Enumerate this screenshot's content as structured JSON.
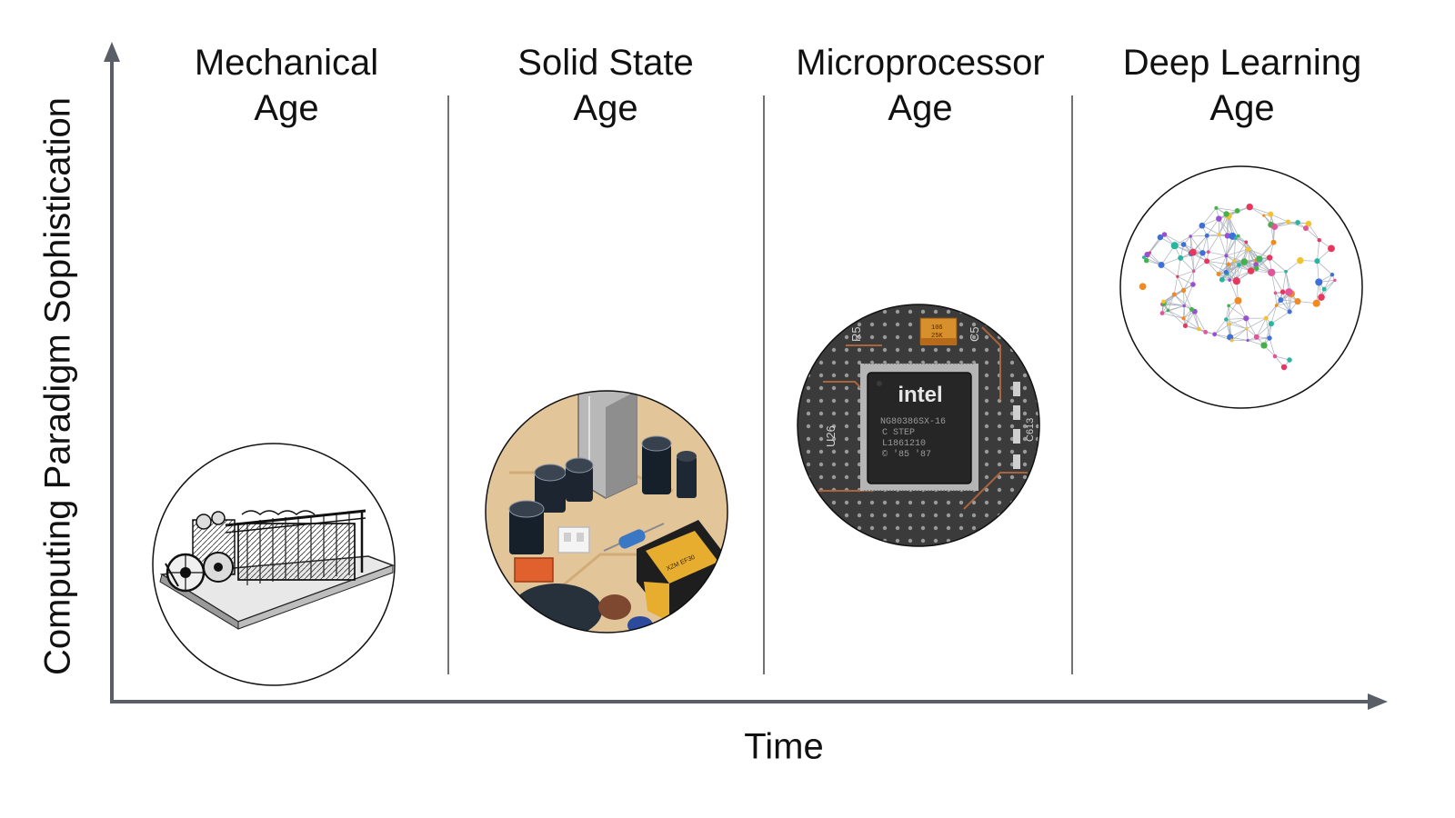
{
  "axes": {
    "y_label": "Computing Paradigm Sophistication",
    "x_label": "Time",
    "color": "#5a5e66"
  },
  "eras": [
    {
      "line1": "Mechanical",
      "line2": "Age",
      "image": "mechanical-calculator-engraving"
    },
    {
      "line1": "Solid State",
      "line2": "Age",
      "image": "circuit-board-capacitors-photo"
    },
    {
      "line1": "Microprocessor",
      "line2": "Age",
      "image": "intel-chip-photo"
    },
    {
      "line1": "Deep Learning",
      "line2": "Age",
      "image": "neural-network-brain-illustration"
    }
  ],
  "chip": {
    "brand": "intel",
    "part": "NG80386SX-16",
    "step": "C STEP",
    "lot": "L1861210",
    "year": "© '85 '87",
    "u_label": "U26",
    "r_label": "R5",
    "c_label": "C5",
    "side_label": "C613",
    "cap_label1": "106",
    "cap_label2": "25K"
  },
  "board": {
    "inductor_text": "XZM EF30"
  }
}
